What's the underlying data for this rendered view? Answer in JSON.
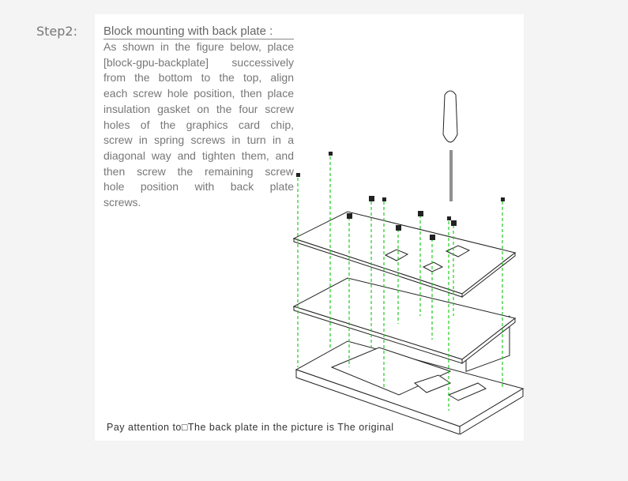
{
  "step_label": "Step2:",
  "title": "Block mounting with back plate :",
  "body_lines": [
    "As shown in the figure below, place",
    "[block-gpu-backplate]  successively",
    "from the bottom to the top, align",
    "each screw hole position, then place",
    "insulation gasket on the four screw",
    "holes of the graphics card chip,",
    "screw in spring screws in turn in a",
    "diagonal way and tighten them, and",
    "then screw the remaining screw",
    "hole position with back plate",
    "screws."
  ],
  "note": "Pay attention to□The back plate in the picture is  The original",
  "colors": {
    "guide_line": "#22cc22",
    "text": "#777777"
  }
}
